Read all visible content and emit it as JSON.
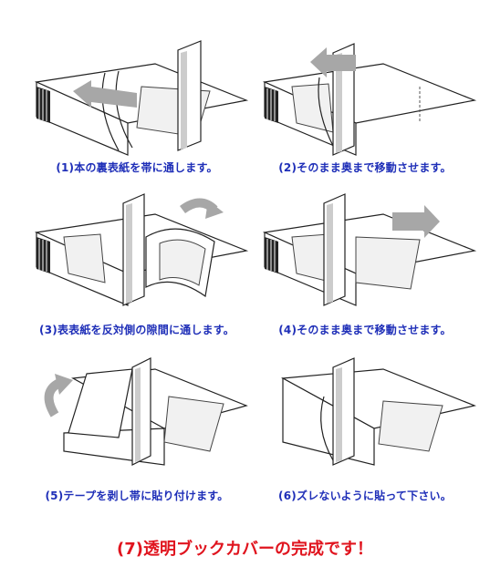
{
  "steps": [
    {
      "label": "(1)本の裏表紙を帯に通します。",
      "arrow": "left"
    },
    {
      "label": "(2)そのまま奥まで移動させます。",
      "arrow": "left"
    },
    {
      "label": "(3)表表紙を反対側の隙間に通します。",
      "arrow": "right"
    },
    {
      "label": "(4)そのまま奥まで移動させます。",
      "arrow": "right"
    },
    {
      "label": "(5)テープを剥し帯に貼り付けます。",
      "arrow": "curved-left"
    },
    {
      "label": "(6)ズレないように貼って下さい。",
      "arrow": "none"
    }
  ],
  "final_message": "(7)透明ブックカバーの完成です！",
  "colors": {
    "caption": "#1f2fb8",
    "final": "#e0141e",
    "arrow": "#a7a7a7",
    "line": "#222222"
  }
}
